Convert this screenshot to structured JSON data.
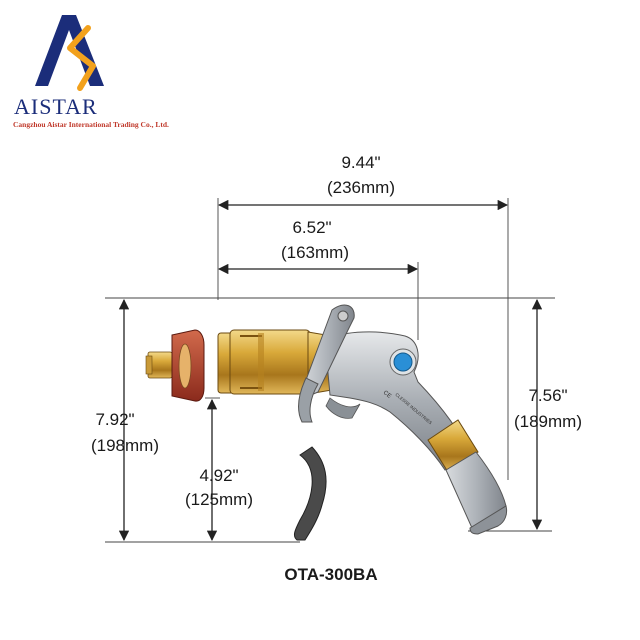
{
  "logo": {
    "brand": "AISTAR",
    "tagline": "Cangzhou Aistar International Trading Co., Ltd.",
    "colors": {
      "navy": "#1b2d7a",
      "orange": "#f2a11c",
      "red": "#c0392b"
    }
  },
  "dimensions": {
    "overall_length": {
      "inches": "9.44\"",
      "mm": "(236mm)"
    },
    "body_length": {
      "inches": "6.52\"",
      "mm": "(163mm)"
    },
    "total_height": {
      "inches": "7.92\"",
      "mm": "(198mm)"
    },
    "nozzle_height": {
      "inches": "7.56\"",
      "mm": "(189mm)"
    },
    "handle_height": {
      "inches": "4.92\"",
      "mm": "(125mm)"
    }
  },
  "product": {
    "model": "OTA-300BA",
    "body_labels": [
      "CE",
      "CLESSE INDUSTRIES"
    ],
    "colors": {
      "brass": "#d9a93a",
      "aluminium": "#a9aeb4",
      "cap": "#b03a2a",
      "button": "#2a8fd6",
      "hose": "#4a4a4a"
    }
  }
}
